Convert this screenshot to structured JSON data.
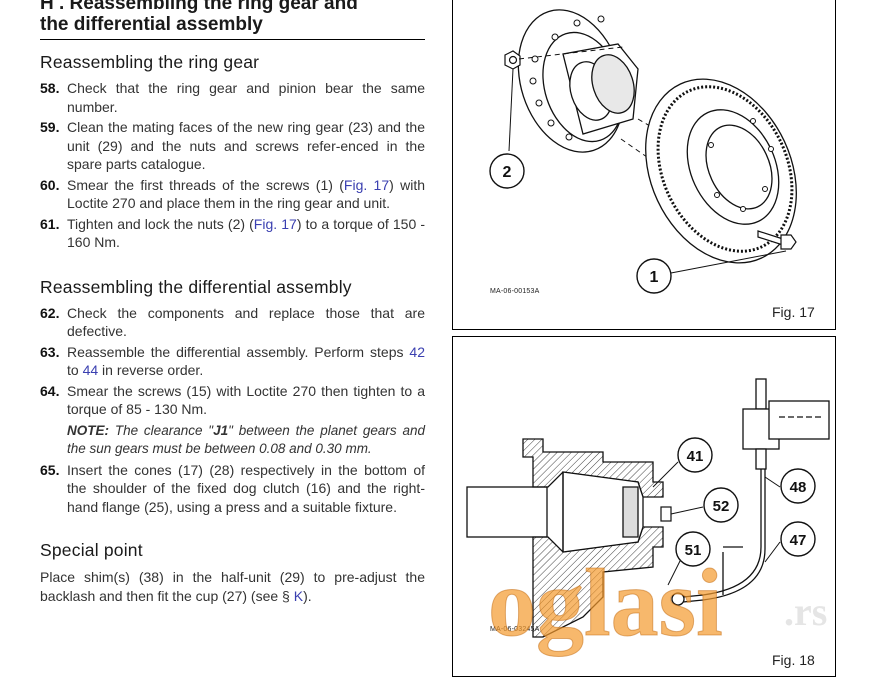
{
  "header": {
    "title_line1": "H . Reassembling the ring gear and",
    "title_line2": "the differential assembly"
  },
  "section_ring_gear": {
    "title": "Reassembling the ring gear",
    "steps": [
      {
        "num": "58.",
        "text": "Check that the ring gear and pinion bear the same number."
      },
      {
        "num": "59.",
        "text": "Clean the mating faces of the new ring gear (23) and the unit (29) and the nuts and screws refer-enced in the spare parts catalogue."
      },
      {
        "num": "60.",
        "pre": "Smear the first threads of the screws (1) (",
        "link": "Fig. 17",
        "post": ") with Loctite 270 and place them in the ring gear and unit."
      },
      {
        "num": "61.",
        "pre": "Tighten and lock the nuts (2) (",
        "link": "Fig. 17",
        "post": ") to a torque of 150 - 160 Nm."
      }
    ]
  },
  "section_differential": {
    "title": "Reassembling the differential assembly",
    "steps": [
      {
        "num": "62.",
        "text": "Check the components and replace those that are defective."
      },
      {
        "num": "63.",
        "pre": "Reassemble the differential assembly. Perform steps ",
        "link1": "42",
        "mid": " to ",
        "link2": "44",
        "post": " in reverse order."
      },
      {
        "num": "64.",
        "text": "Smear the screws (15) with Loctite 270 then tighten to a torque of 85 - 130 Nm."
      },
      {
        "num": "65.",
        "text": "Insert the cones (17) (28) respectively in the bottom of the shoulder of the fixed dog clutch (16) and the right-hand flange (25), using a press and a suitable fixture."
      }
    ],
    "note": {
      "label": "NOTE:",
      "pre": " The clearance \"",
      "code": "J1",
      "post": "\" between the planet gears and the sun gears must be between 0.08 and 0.30 mm."
    }
  },
  "section_special": {
    "title": "Special point",
    "pre": "Place shim(s) (38) in the half-unit (29) to pre-adjust the backlash and then fit the cup (27) (see § ",
    "link": "K",
    "post": ")."
  },
  "fig17": {
    "label": "Fig. 17",
    "ref": "MA-06-00153A",
    "callouts": [
      "2",
      "1"
    ]
  },
  "fig18": {
    "label": "Fig. 18",
    "ref": "MA-06-03245A",
    "callouts": [
      "41",
      "52",
      "51",
      "48",
      "47"
    ]
  },
  "watermark": {
    "text": "oglasi",
    "suffix": ".rs",
    "color": "#f39a2e"
  }
}
